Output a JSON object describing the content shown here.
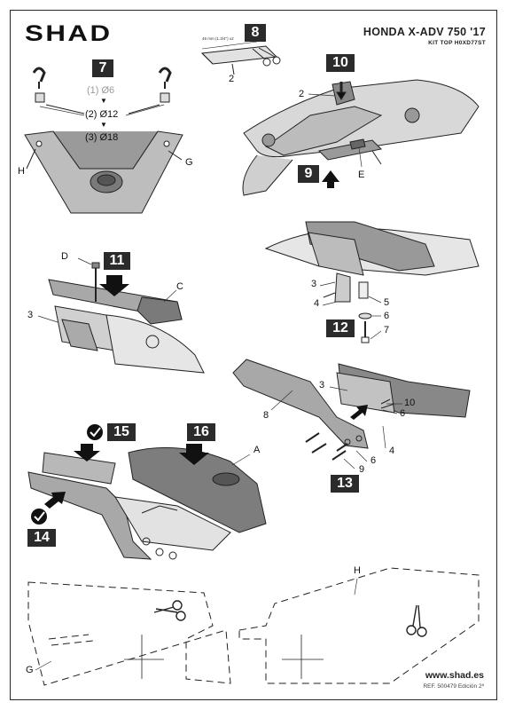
{
  "header": {
    "brand": "SHAD",
    "model": "HONDA X-ADV 750 '17",
    "kit": "KIT TOP H0XD77ST"
  },
  "steps": {
    "s7": "7",
    "s8": "8",
    "s9": "9",
    "s10": "10",
    "s11": "11",
    "s12": "12",
    "s13": "13",
    "s14": "14",
    "s15": "15",
    "s16": "16"
  },
  "step7": {
    "opt1": "(1) Ø6",
    "opt2": "(2) Ø12",
    "opt3": "(3) Ø18",
    "label_h": "H",
    "label_g": "G"
  },
  "step8": {
    "dimension": "45 mm (1.3/4\") x2",
    "part": "2"
  },
  "step10": {
    "part2": "2",
    "part_e": "E"
  },
  "step11": {
    "part_d": "D",
    "part_c": "C",
    "part3": "3"
  },
  "step12": {
    "part3": "3",
    "part4": "4",
    "part5": "5",
    "part6": "6",
    "part7": "7"
  },
  "step13": {
    "part8": "8",
    "part3": "3",
    "part10": "10",
    "part6a": "6",
    "part6b": "6",
    "part9": "9",
    "part4": "4"
  },
  "step16": {
    "part_a": "A"
  },
  "templates": {
    "label_g": "G",
    "label_h": "H"
  },
  "footer": {
    "url": "www.shad.es",
    "ref": "REF. 500479 Edición 2ª"
  },
  "colors": {
    "step_box": "#2b2b2b",
    "line": "#2a2a2a",
    "grey_part": "#8a8a8a",
    "light_part": "#cfcfcf"
  }
}
